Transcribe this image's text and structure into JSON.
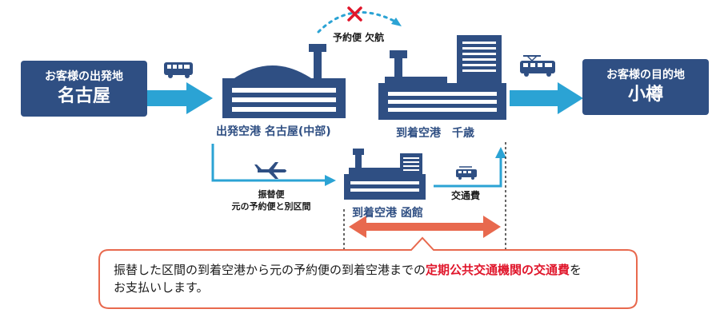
{
  "origin": {
    "caption": "お客様の出発地",
    "city": "名古屋"
  },
  "destination": {
    "caption": "お客様の目的地",
    "city": "小樽"
  },
  "departure_airport": {
    "label": "出発空港 名古屋(中部)"
  },
  "arrival_airport_original": {
    "label": "到着空港　千歳"
  },
  "arrival_airport_alternate": {
    "label": "到着空港 函館"
  },
  "cancelled_flight": {
    "label": "予約便 欠航"
  },
  "transfer_flight": {
    "line1": "振替便",
    "line2": "元の予約便と別区間"
  },
  "transport_cost": {
    "label": "交通費"
  },
  "note": {
    "text_before": "振替した区間の到着空港から元の予約便の到着空港までの",
    "highlight": "定期公共交通機関の交通費",
    "text_after": "を",
    "line2": "お支払いします。"
  },
  "colors": {
    "navy": "#2f4f83",
    "arrow_cyan": "#2ba3d4",
    "salmon": "#e8694e",
    "cancel_red": "#e0162b",
    "building_gray_blue": "#4f6d99"
  }
}
